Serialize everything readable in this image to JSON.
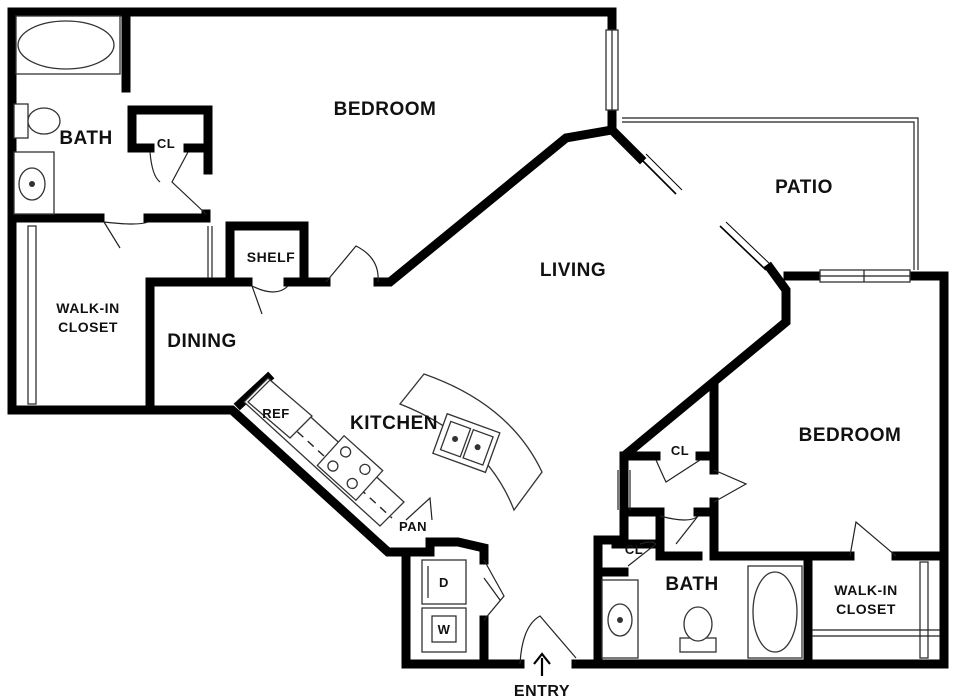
{
  "floorplan": {
    "rooms": {
      "bedroom_main": "BEDROOM",
      "bath_left": "BATH",
      "closet_small_left": "CL",
      "shelf": "SHELF",
      "walkin_left_line1": "WALK-IN",
      "walkin_left_line2": "CLOSET",
      "dining": "DINING",
      "living": "LIVING",
      "kitchen": "KITCHEN",
      "patio": "PATIO",
      "bedroom_second": "BEDROOM",
      "closet_right_upper": "CL",
      "closet_right_lower": "CL",
      "bath_right": "BATH",
      "walkin_right_line1": "WALK-IN",
      "walkin_right_line2": "CLOSET",
      "pantry": "PAN",
      "refrigerator": "REF",
      "dryer": "D",
      "washer": "W"
    },
    "entry": {
      "label": "ENTRY",
      "arrow": "up-arrow-icon"
    },
    "colors": {
      "wall": "#000000",
      "background": "#ffffff",
      "text": "#111111"
    }
  }
}
